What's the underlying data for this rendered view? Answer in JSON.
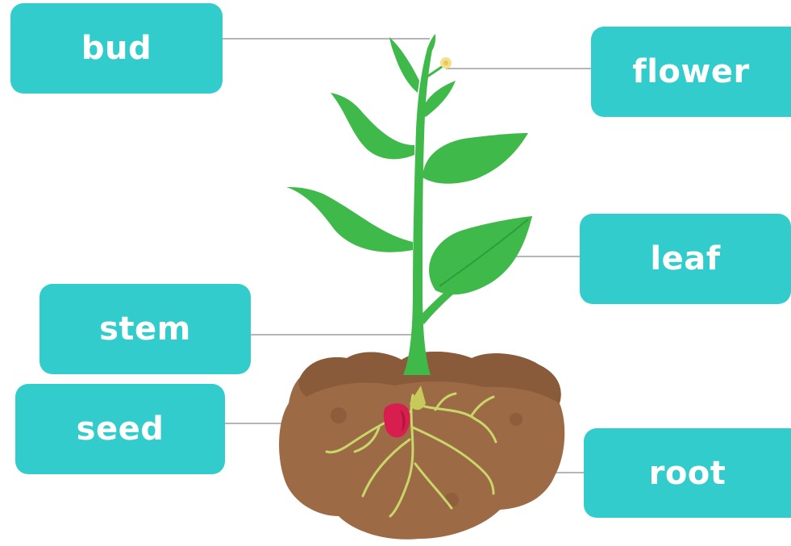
{
  "diagram": {
    "labels": {
      "bud": "bud",
      "flower": "flower",
      "leaf": "leaf",
      "stem": "stem",
      "seed": "seed",
      "root": "root"
    },
    "colors": {
      "label_box": "#33cccc",
      "label_text": "#ffffff",
      "leader_line": "#b5b5b5",
      "leaf": "#3fb94a",
      "leaf_dark": "#2e9c3a",
      "stem": "#3fb94a",
      "soil": "#9c6a45",
      "soil_dark": "#7f5234",
      "root": "#c9d66a",
      "seed": "#d81e4f",
      "flower": "#f2e08a"
    }
  }
}
